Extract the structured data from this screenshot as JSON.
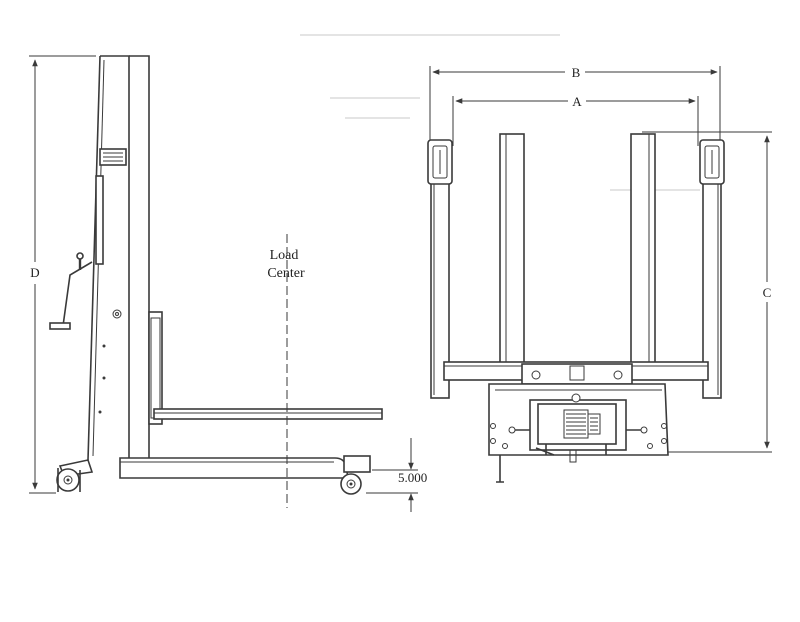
{
  "labels": {
    "dim_b": "B",
    "dim_a": "A",
    "dim_c": "C",
    "dim_d": "D",
    "load_center_line1": "Load",
    "load_center_line2": "Center",
    "height_value": "5.000"
  },
  "colors": {
    "line": "#3a3a3a",
    "background": "#ffffff"
  }
}
